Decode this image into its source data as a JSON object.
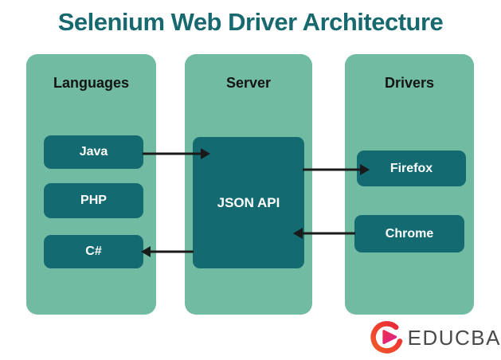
{
  "title": "Selenium Web Driver Architecture",
  "colors": {
    "title_text": "#17696f",
    "panel_background": "#71bba2",
    "node_background": "#146a71",
    "node_text": "#ffffff",
    "heading_text": "#141414",
    "arrow": "#1a1a1a",
    "logo_text": "#4a4a4b",
    "logo_orange": "#f1582b",
    "logo_red": "#e2263f",
    "logo_magenta": "#e0338d"
  },
  "columns": [
    {
      "heading": "Languages",
      "items": [
        "Java",
        "PHP",
        "C#"
      ]
    },
    {
      "heading": "Server",
      "items": [
        "JSON API"
      ]
    },
    {
      "heading": "Drivers",
      "items": [
        "Firefox",
        "Chrome"
      ]
    }
  ],
  "arrows": [
    {
      "from": "Java",
      "to": "JSON API",
      "direction": "right"
    },
    {
      "from": "JSON API",
      "to": "Firefox",
      "direction": "right"
    },
    {
      "from": "Chrome",
      "to": "JSON API",
      "direction": "left"
    },
    {
      "from": "JSON API",
      "to": "C#",
      "direction": "left"
    }
  ],
  "logo": {
    "text": "EDUCBA"
  }
}
